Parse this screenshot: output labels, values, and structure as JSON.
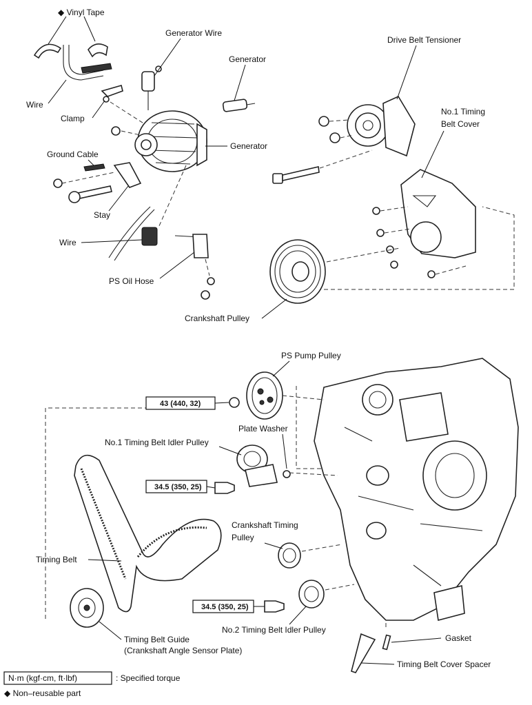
{
  "labels": {
    "vinyl_tape": "◆ Vinyl Tape",
    "generator_wire": "Generator Wire",
    "generator_top": "Generator",
    "generator": "Generator",
    "wire_top": "Wire",
    "clamp": "Clamp",
    "ground_cable": "Ground Cable",
    "stay": "Stay",
    "wire_mid": "Wire",
    "ps_oil_hose": "PS Oil Hose",
    "crankshaft_pulley": "Crankshaft Pulley",
    "drive_belt_tensioner": "Drive Belt Tensioner",
    "no1_timing_belt_cover_1": "No.1 Timing",
    "no1_timing_belt_cover_2": "Belt Cover",
    "ps_pump_pulley": "PS Pump Pulley",
    "plate_washer": "Plate Washer",
    "no1_idler_pulley": "No.1 Timing Belt Idler Pulley",
    "crankshaft_timing_pulley_1": "Crankshaft Timing",
    "crankshaft_timing_pulley_2": "Pulley",
    "timing_belt": "Timing Belt",
    "no2_idler_pulley": "No.2 Timing Belt Idler Pulley",
    "gasket": "Gasket",
    "timing_belt_cover_spacer": "Timing Belt Cover Spacer",
    "timing_belt_guide_1": "Timing Belt Guide",
    "timing_belt_guide_2": "(Crankshaft Angle Sensor Plate)"
  },
  "torques": {
    "ps_pump_pulley": "43 (440, 32)",
    "no1_idler_pulley": "34.5 (350, 25)",
    "no2_idler_pulley": "34.5 (350, 25)"
  },
  "legend": {
    "unit_box": "N·m (kgf·cm, ft·lbf)",
    "unit_desc": ": Specified torque",
    "non_reusable": "◆ Non–reusable part"
  }
}
